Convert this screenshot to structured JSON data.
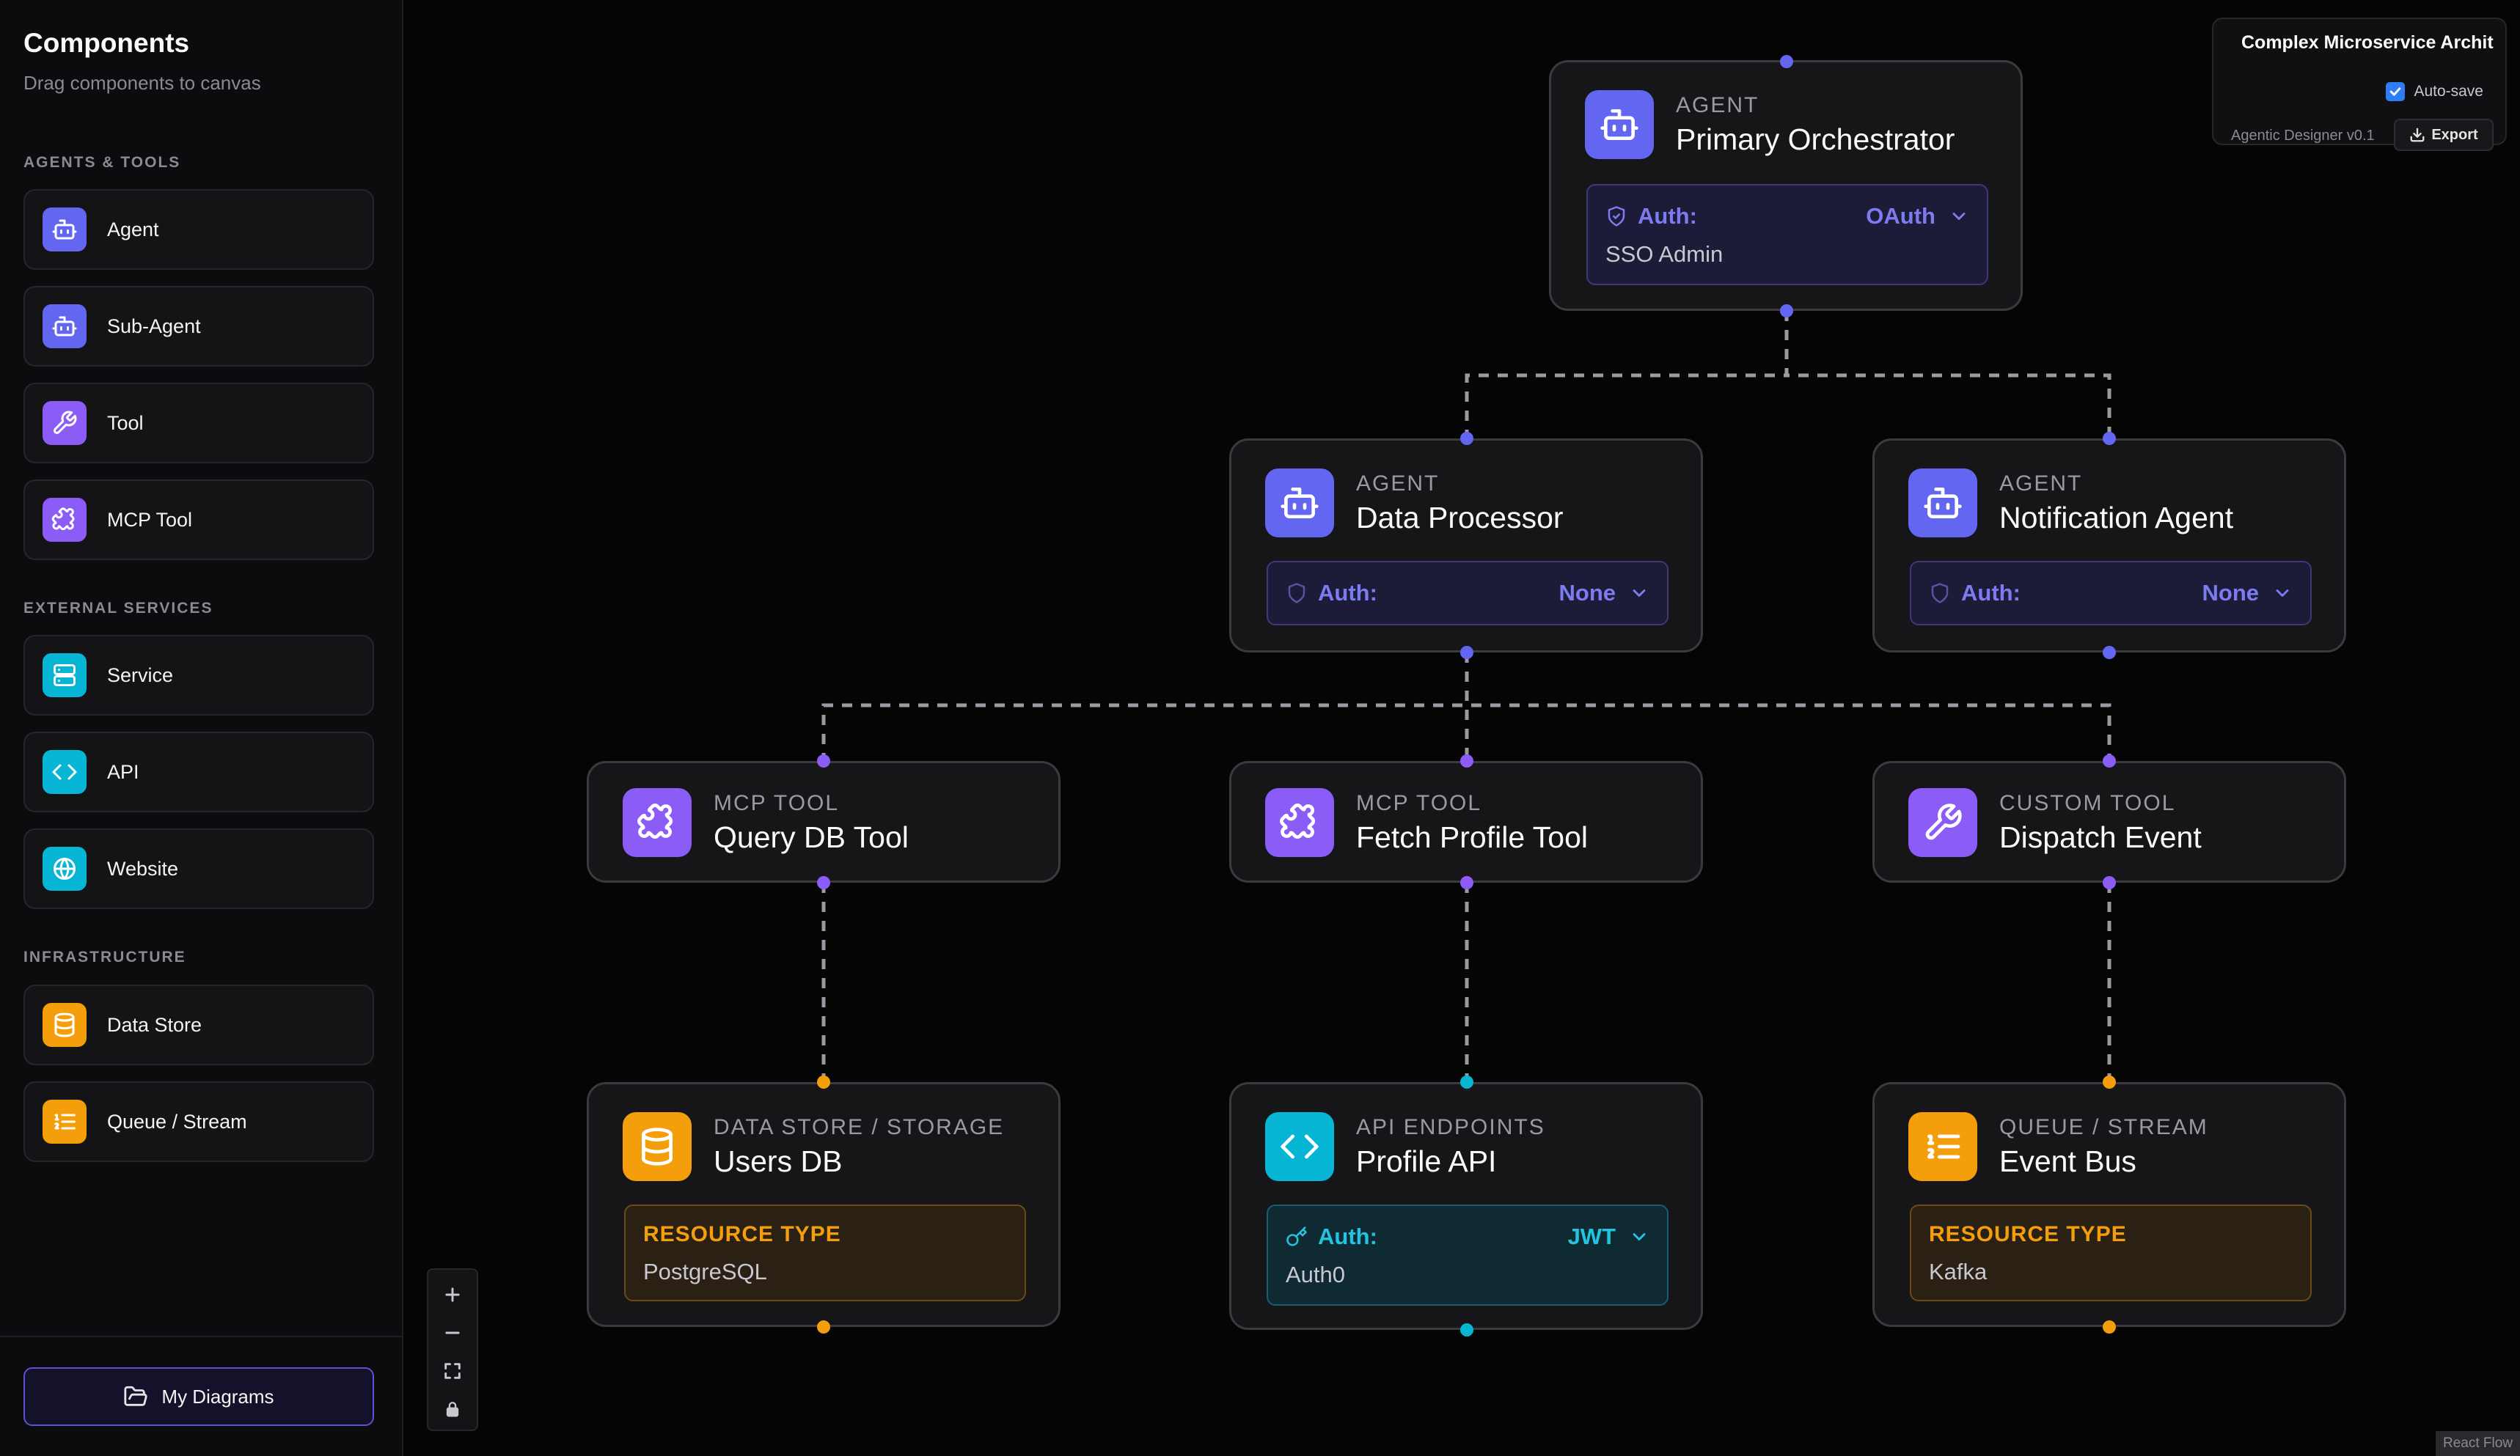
{
  "sidebar": {
    "title": "Components",
    "subtitle": "Drag components to canvas",
    "sections": {
      "agents_tools": "AGENTS & TOOLS",
      "external_services": "EXTERNAL SERVICES",
      "infrastructure": "INFRASTRUCTURE"
    },
    "items": [
      {
        "label": "Agent",
        "icon": "robot-icon",
        "color": "#6366f1"
      },
      {
        "label": "Sub-Agent",
        "icon": "robot-icon",
        "color": "#6366f1"
      },
      {
        "label": "Tool",
        "icon": "wrench-icon",
        "color": "#8b5cf6"
      },
      {
        "label": "MCP Tool",
        "icon": "puzzle-icon",
        "color": "#8b5cf6"
      },
      {
        "label": "Service",
        "icon": "server-icon",
        "color": "#06b6d4"
      },
      {
        "label": "API",
        "icon": "code-icon",
        "color": "#06b6d4"
      },
      {
        "label": "Website",
        "icon": "globe-icon",
        "color": "#06b6d4"
      },
      {
        "label": "Data Store",
        "icon": "database-icon",
        "color": "#f59e0b"
      },
      {
        "label": "Queue / Stream",
        "icon": "list-icon",
        "color": "#f59e0b"
      }
    ],
    "my_diagrams": "My Diagrams"
  },
  "panel": {
    "title": "Complex Microservice Archit",
    "autosave_label": "Auto-save",
    "autosave_checked": true,
    "version": "Agentic Designer v0.1",
    "export_label": "Export"
  },
  "nodes": {
    "primary": {
      "type": "AGENT",
      "name": "Primary Orchestrator",
      "auth_label": "Auth:",
      "auth_value": "OAuth",
      "auth_detail": "SSO Admin"
    },
    "data_processor": {
      "type": "AGENT",
      "name": "Data Processor",
      "auth_label": "Auth:",
      "auth_value": "None"
    },
    "notification": {
      "type": "AGENT",
      "name": "Notification Agent",
      "auth_label": "Auth:",
      "auth_value": "None"
    },
    "query_db": {
      "type": "MCP TOOL",
      "name": "Query DB Tool"
    },
    "fetch_profile": {
      "type": "MCP TOOL",
      "name": "Fetch Profile Tool"
    },
    "dispatch_event": {
      "type": "CUSTOM TOOL",
      "name": "Dispatch Event"
    },
    "users_db": {
      "type": "DATA STORE / STORAGE",
      "name": "Users DB",
      "resource_label": "RESOURCE TYPE",
      "resource_value": "PostgreSQL"
    },
    "profile_api": {
      "type": "API ENDPOINTS",
      "name": "Profile API",
      "auth_label": "Auth:",
      "auth_value": "JWT",
      "auth_detail": "Auth0"
    },
    "event_bus": {
      "type": "QUEUE / STREAM",
      "name": "Event Bus",
      "resource_label": "RESOURCE TYPE",
      "resource_value": "Kafka"
    }
  },
  "attribution": "React Flow",
  "colors": {
    "agent": "#6366f1",
    "tool": "#8b5cf6",
    "api": "#06b6d4",
    "storage": "#f59e0b",
    "edge": "#9a9aa3"
  }
}
